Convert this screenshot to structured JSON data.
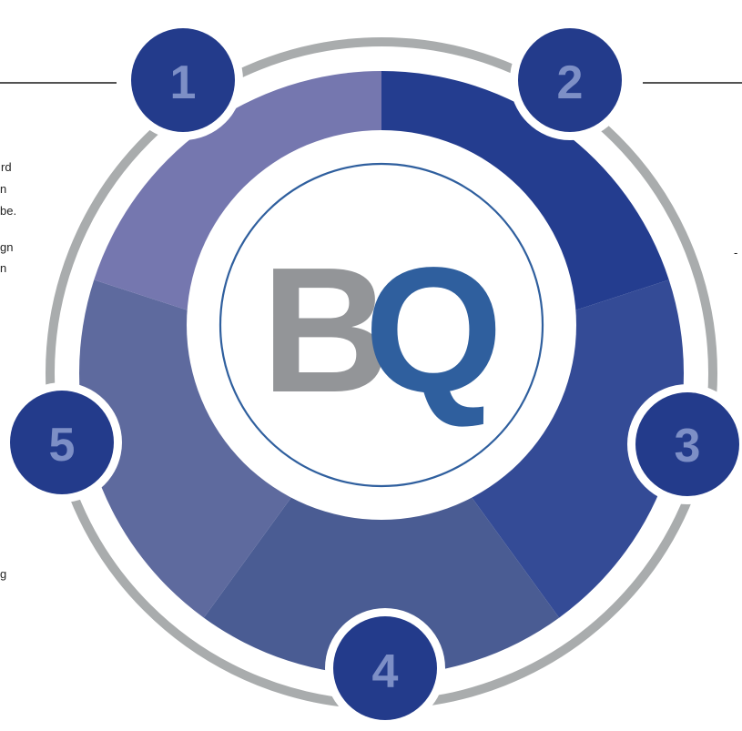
{
  "center_logo": {
    "letter_b": "B",
    "letter_q": "Q"
  },
  "badges": [
    {
      "label": "1"
    },
    {
      "label": "2"
    },
    {
      "label": "3"
    },
    {
      "label": "4"
    },
    {
      "label": "5"
    }
  ],
  "segments": [
    {
      "step": "1",
      "color": "#243d8f"
    },
    {
      "step": "2",
      "color": "#344b96"
    },
    {
      "step": "3",
      "color": "#4a5c93"
    },
    {
      "step": "4",
      "color": "#5e6a9e"
    },
    {
      "step": "5",
      "color": "#7577af"
    }
  ],
  "left_text_fragments": [
    "rd",
    "n",
    "be.",
    "gn",
    "n",
    "g"
  ],
  "right_text_fragments": [
    "-"
  ],
  "colors": {
    "badge_fill": "#233b8b",
    "badge_number": "#7d8fc6",
    "ring_outline": "#a9acad",
    "logo_gray": "#939598",
    "logo_blue": "#2f5f9e",
    "inner_circle_stroke": "#2f5f9e"
  }
}
